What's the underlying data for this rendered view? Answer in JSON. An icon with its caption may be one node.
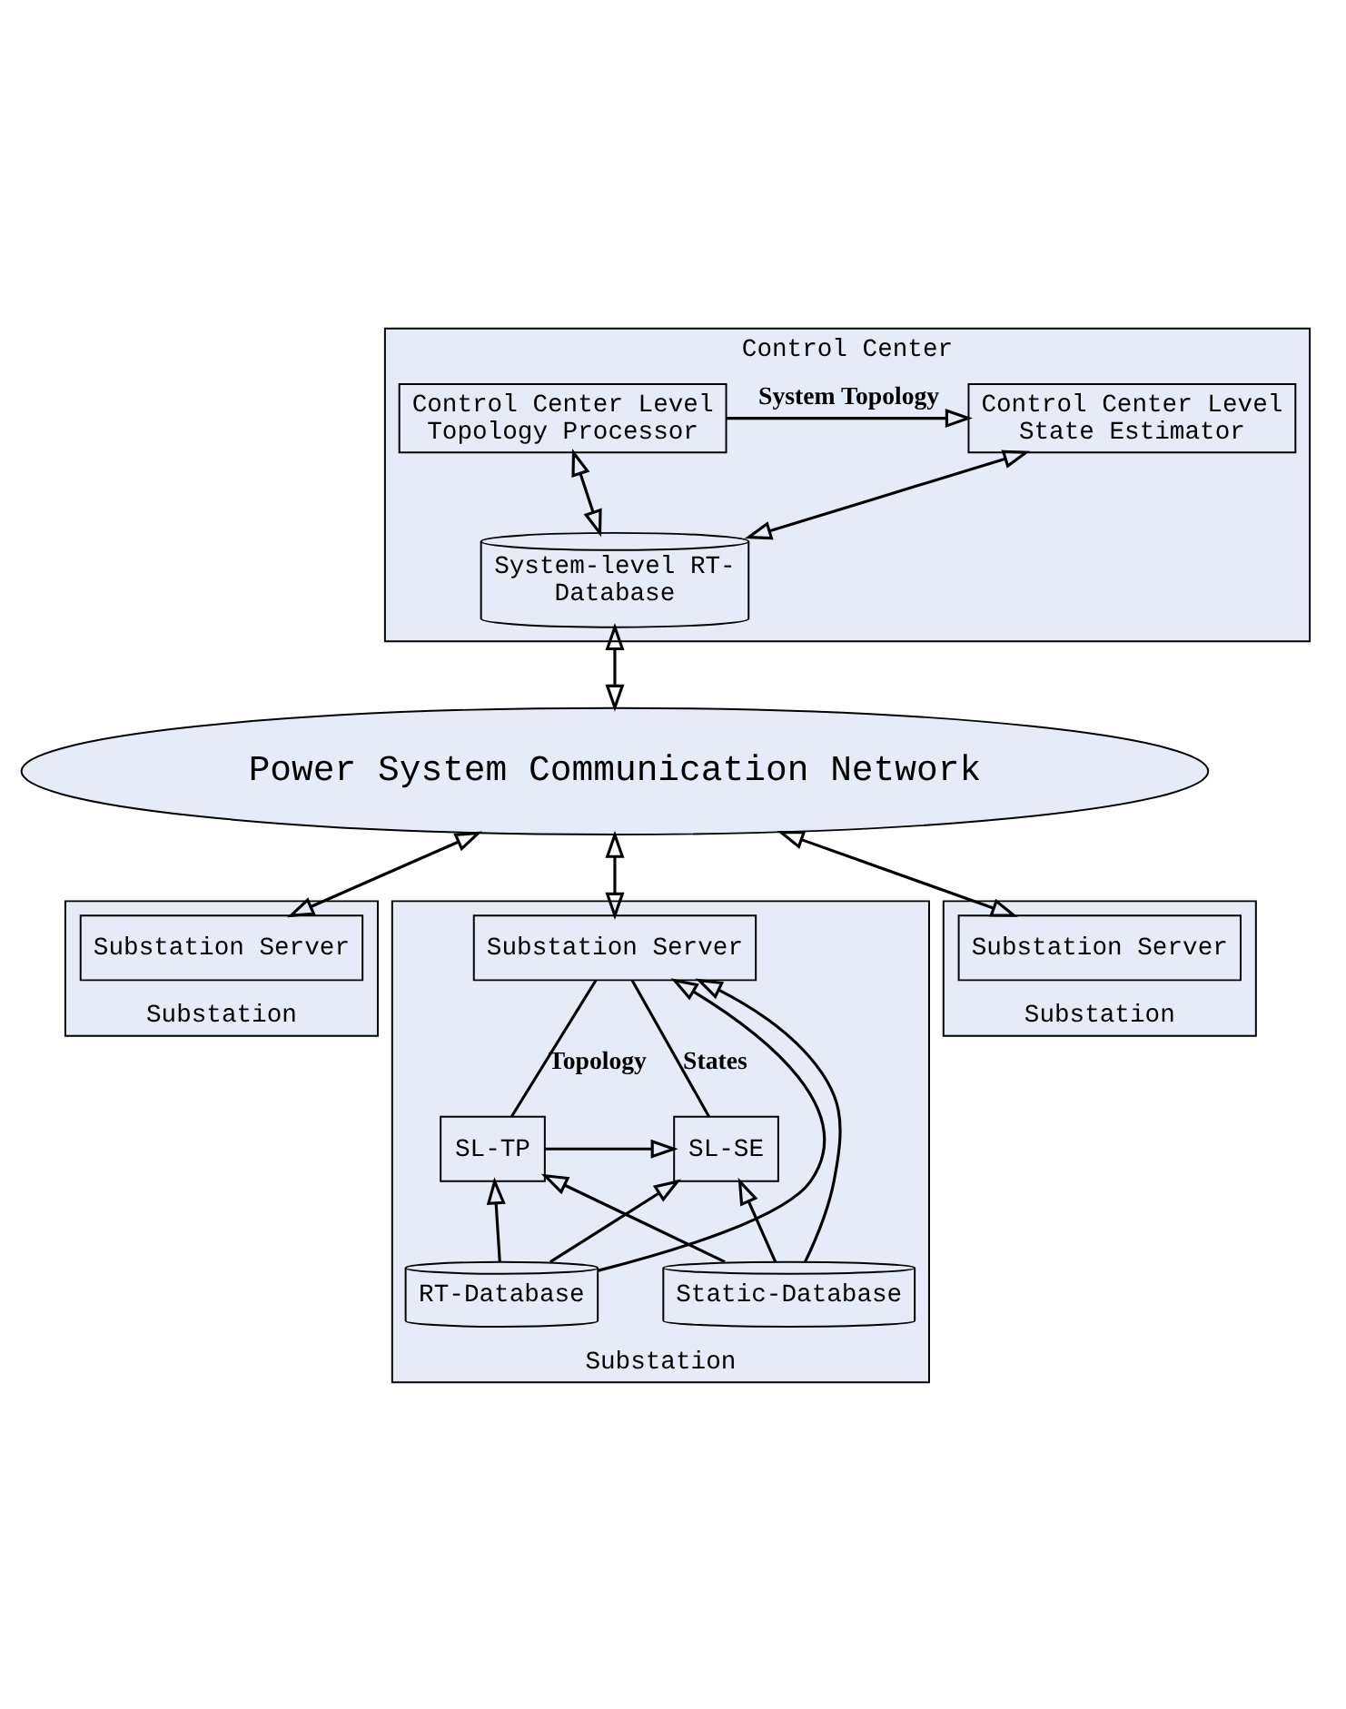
{
  "diagram": {
    "nodes": [
      {
        "text": [
          "Control Center"
        ]
      },
      {
        "text": [
          "Control Center Level Topology Processor"
        ],
        "in": 0
      },
      {
        "text": [
          "Control Center Level State Estimator"
        ],
        "in": 0
      },
      {
        "text": [
          "System-level RT-Database"
        ],
        "in": 0
      },
      {
        "text": [
          "Power System Communication Network"
        ]
      },
      {
        "text": [
          "Substation"
        ]
      },
      {
        "text": [
          "Substation Server"
        ],
        "in": 5
      },
      {
        "text": [
          "Substation"
        ]
      },
      {
        "text": [
          "Substation Server"
        ],
        "in": 7
      },
      {
        "text": [
          "SL-TP"
        ],
        "in": 7
      },
      {
        "text": [
          "SL-SE"
        ],
        "in": 7
      },
      {
        "text": [
          "RT-Database"
        ],
        "in": 7
      },
      {
        "text": [
          "Static-Database"
        ],
        "in": 7
      },
      {
        "text": [
          "Substation"
        ]
      },
      {
        "text": [
          "Substation Server"
        ],
        "in": 13
      }
    ],
    "edges": [
      {
        "from": 1,
        "to": 2,
        "arrow": "to",
        "label": "System Topology"
      },
      {
        "from": 1,
        "to": 3,
        "arrow": "both"
      },
      {
        "from": 2,
        "to": 3,
        "arrow": "both"
      },
      {
        "from": 3,
        "to": 4,
        "arrow": "both"
      },
      {
        "from": 4,
        "to": 6,
        "arrow": "both"
      },
      {
        "from": 4,
        "to": 8,
        "arrow": "both"
      },
      {
        "from": 4,
        "to": 14,
        "arrow": "both"
      },
      {
        "from": 8,
        "to": 9,
        "arrow": "none",
        "label": "Topology"
      },
      {
        "from": 8,
        "to": 10,
        "arrow": "none",
        "label": "States"
      },
      {
        "from": 9,
        "to": 10,
        "arrow": "to"
      },
      {
        "from": 11,
        "to": 9,
        "arrow": "to"
      },
      {
        "from": 11,
        "to": 10,
        "arrow": "to"
      },
      {
        "from": 12,
        "to": 9,
        "arrow": "to"
      },
      {
        "from": 12,
        "to": 10,
        "arrow": "to"
      },
      {
        "from": 11,
        "to": 8,
        "arrow": "to"
      },
      {
        "from": 12,
        "to": 8,
        "arrow": "to"
      }
    ]
  }
}
